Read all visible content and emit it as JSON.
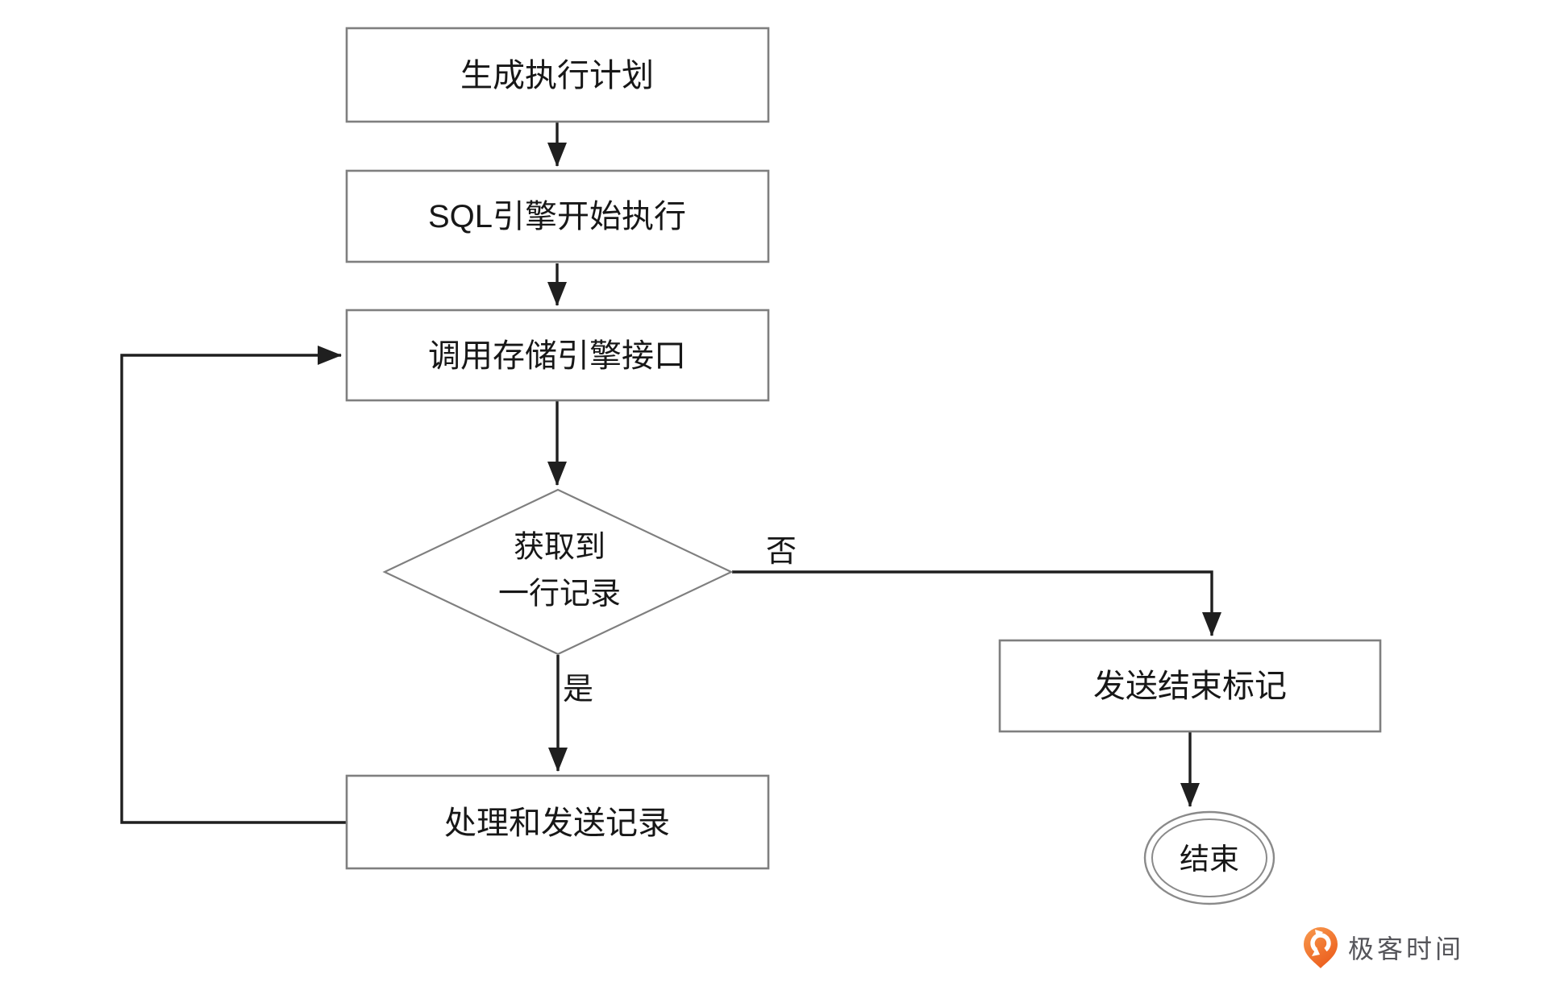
{
  "colors": {
    "line": "#1f1f1f",
    "node_border": "#7f7f7f",
    "terminal_border": "#8a8a8a",
    "text": "#171717",
    "logo_text": "#55555a",
    "canvas": "#ffffff"
  },
  "flowchart": {
    "nodes": {
      "generate_plan": {
        "type": "process",
        "label": "生成执行计划"
      },
      "sql_engine_start": {
        "type": "process",
        "label": "SQL引擎开始执行"
      },
      "call_storage_engine": {
        "type": "process",
        "label": "调用存储引擎接口"
      },
      "row_fetched_decision": {
        "type": "decision",
        "label_line1": "获取到",
        "label_line2": "一行记录"
      },
      "process_and_send_record": {
        "type": "process",
        "label": "处理和发送记录"
      },
      "send_end_marker": {
        "type": "process",
        "label": "发送结束标记"
      },
      "end_terminal": {
        "type": "terminator",
        "label": "结束"
      }
    },
    "edge_labels": {
      "yes": "是",
      "no": "否"
    }
  },
  "branding": {
    "logo_text": "极客时间",
    "logo_orange_light": "#f89a4e",
    "logo_orange_dark": "#ec5f1e"
  }
}
